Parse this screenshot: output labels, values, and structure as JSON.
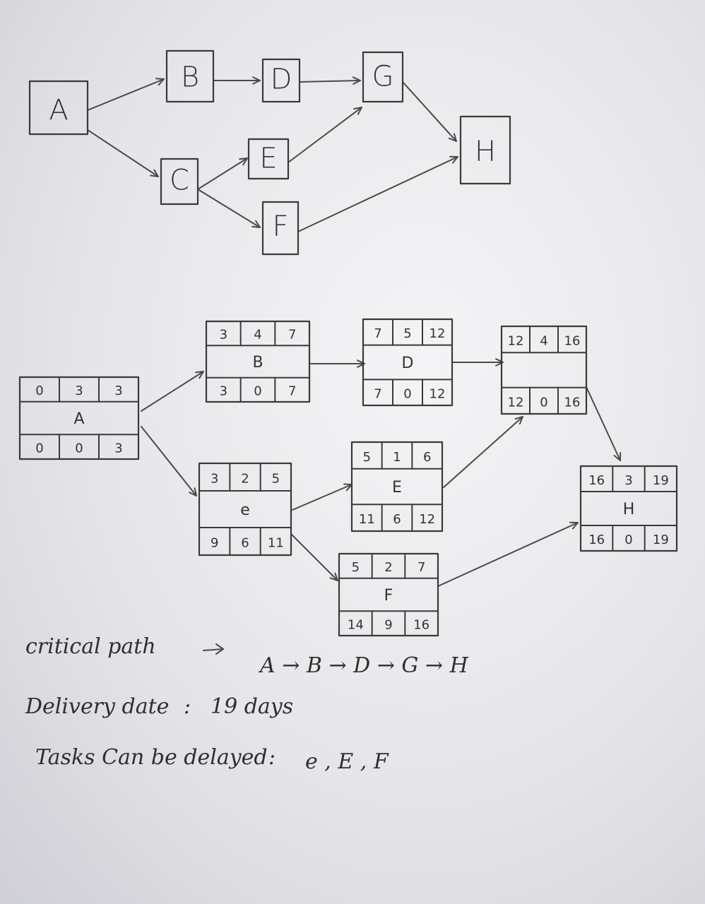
{
  "precedence": {
    "nodes": [
      {
        "id": "A",
        "label": "A"
      },
      {
        "id": "B",
        "label": "B"
      },
      {
        "id": "C",
        "label": "C"
      },
      {
        "id": "D",
        "label": "D"
      },
      {
        "id": "E",
        "label": "E"
      },
      {
        "id": "F",
        "label": "F"
      },
      {
        "id": "G",
        "label": "G"
      },
      {
        "id": "H",
        "label": "H"
      }
    ],
    "edges": [
      [
        "A",
        "B"
      ],
      [
        "A",
        "C"
      ],
      [
        "B",
        "D"
      ],
      [
        "D",
        "G"
      ],
      [
        "C",
        "E"
      ],
      [
        "C",
        "F"
      ],
      [
        "E",
        "G"
      ],
      [
        "G",
        "H"
      ],
      [
        "F",
        "H"
      ]
    ]
  },
  "network": {
    "nodes": [
      {
        "id": "A",
        "label": "A",
        "top": [
          "0",
          "3",
          "3"
        ],
        "bottom": [
          "0",
          "0",
          "3"
        ]
      },
      {
        "id": "B",
        "label": "B",
        "top": [
          "3",
          "4",
          "7"
        ],
        "bottom": [
          "3",
          "0",
          "7"
        ]
      },
      {
        "id": "D",
        "label": "D",
        "top": [
          "7",
          "5",
          "12"
        ],
        "bottom": [
          "7",
          "0",
          "12"
        ]
      },
      {
        "id": "G",
        "label": "",
        "top": [
          "12",
          "4",
          "16"
        ],
        "bottom": [
          "12",
          "0",
          "16"
        ]
      },
      {
        "id": "C",
        "label": "e",
        "top": [
          "3",
          "2",
          "5"
        ],
        "bottom": [
          "9",
          "6",
          "11"
        ]
      },
      {
        "id": "E",
        "label": "E",
        "top": [
          "5",
          "1",
          "6"
        ],
        "bottom": [
          "11",
          "6",
          "12"
        ]
      },
      {
        "id": "F",
        "label": "F",
        "top": [
          "5",
          "2",
          "7"
        ],
        "bottom": [
          "14",
          "9",
          "16"
        ]
      },
      {
        "id": "H",
        "label": "H",
        "top": [
          "16",
          "3",
          "19"
        ],
        "bottom": [
          "16",
          "0",
          "19"
        ]
      }
    ],
    "edges": [
      [
        "A",
        "B"
      ],
      [
        "A",
        "C"
      ],
      [
        "B",
        "D"
      ],
      [
        "D",
        "G"
      ],
      [
        "C",
        "E"
      ],
      [
        "C",
        "F"
      ],
      [
        "E",
        "G"
      ],
      [
        "G",
        "H"
      ],
      [
        "F",
        "H"
      ]
    ]
  },
  "notes": {
    "critical_path_label": "critical path",
    "critical_path_value": "A → B → D → G → H",
    "delivery_label": "Delivery date",
    "delivery_value": "19 days",
    "delay_label": "Tasks Can be delayed",
    "delay_value": "e , E , F"
  }
}
